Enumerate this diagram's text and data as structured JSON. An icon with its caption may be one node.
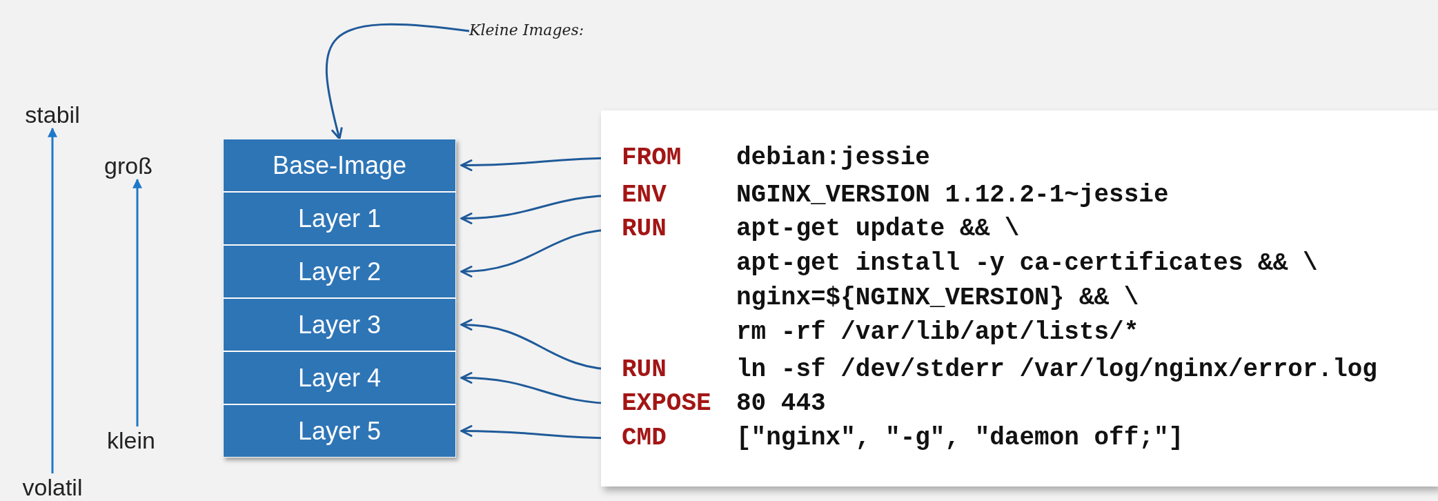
{
  "diagram": {
    "nodes": [
      {
        "text": [
          "stabil"
        ]
      },
      {
        "text": [
          "volatil"
        ]
      },
      {
        "text": [
          "groß"
        ]
      },
      {
        "text": [
          "klein"
        ]
      },
      {
        "text": [
          "Base-Image"
        ]
      },
      {
        "text": [
          "Layer 1"
        ]
      },
      {
        "text": [
          "Layer 2"
        ]
      },
      {
        "text": [
          "Layer 3"
        ]
      },
      {
        "text": [
          "Layer 4"
        ]
      },
      {
        "text": [
          "Layer 5"
        ]
      },
      {
        "text": [
          "Kleine Images:"
        ]
      },
      {
        "text": [],
        "shape": "box"
      },
      {
        "text": [
          "FROM",
          "debian:jessie"
        ],
        "in": 11
      },
      {
        "text": [
          "ENV",
          "NGINX_VERSION 1.12.2-1~jessie"
        ],
        "in": 11
      },
      {
        "text": [
          "RUN",
          "apt-get update && \\ apt-get install -y ca-certificates && \\ nginx=${NGINX_VERSION} && \\ rm -rf /var/lib/apt/lists/*"
        ],
        "in": 11
      },
      {
        "text": [
          "RUN",
          "ln -sf /dev/stderr /var/log/nginx/error.log"
        ],
        "in": 11
      },
      {
        "text": [
          "EXPOSE",
          "80 443"
        ],
        "in": 11
      },
      {
        "text": [
          "CMD",
          "[\"nginx\", \"-g\", \"daemon off;\"]"
        ],
        "in": 11
      }
    ],
    "edges": [
      {
        "from": 1,
        "to": 0,
        "arrow": "to"
      },
      {
        "from": 3,
        "to": 2,
        "arrow": "to"
      },
      {
        "from": 10,
        "to": 4,
        "arrow": "to"
      },
      {
        "from": 12,
        "to": 4,
        "arrow": "to"
      },
      {
        "from": 13,
        "to": 5,
        "arrow": "to"
      },
      {
        "from": 14,
        "to": 6,
        "arrow": "to"
      },
      {
        "from": 15,
        "to": 7,
        "arrow": "to"
      },
      {
        "from": 16,
        "to": 8,
        "arrow": "to"
      },
      {
        "from": 17,
        "to": 9,
        "arrow": "to"
      }
    ]
  }
}
